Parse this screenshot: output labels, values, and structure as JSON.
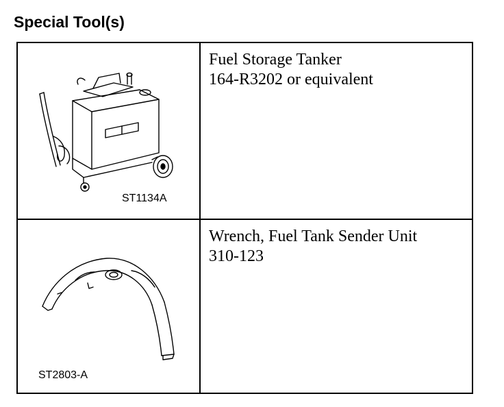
{
  "page": {
    "title": "Special Tool(s)"
  },
  "tools": [
    {
      "illustration": "fuel-storage-tanker-drawing",
      "figure_label": "ST1134A",
      "description_lines": [
        "Fuel Storage Tanker",
        "164-R3202 or equivalent"
      ]
    },
    {
      "illustration": "sender-unit-wrench-drawing",
      "figure_label": "ST2803-A",
      "description_lines": [
        "Wrench, Fuel Tank Sender Unit",
        "310-123"
      ]
    }
  ]
}
